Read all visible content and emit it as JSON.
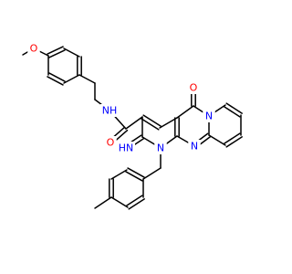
{
  "molecule": {
    "colors": {
      "carbon_bond": "#000000",
      "nitrogen": "#0000ff",
      "oxygen": "#ff0000",
      "background": "#ffffff"
    },
    "labels": {
      "methoxy_oxygen": "O",
      "amide_nitrogen": "NH",
      "amide_oxygen": "O",
      "ketone_oxygen": "O",
      "ring_nitrogen_top": "N",
      "ring_nitrogen_bottom": "N",
      "ring_nitrogen_n1": "N",
      "imine_nitrogen": "HN"
    }
  }
}
